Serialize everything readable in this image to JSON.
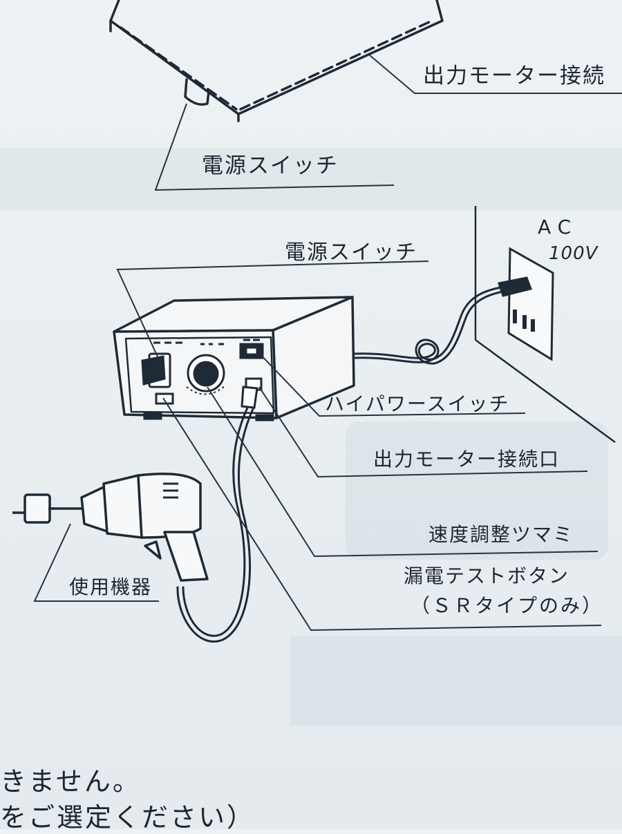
{
  "labels": {
    "top_output_connector": "出力モーター接続",
    "power_switch_top": "電源スイッチ",
    "power_switch": "電源スイッチ",
    "ac": "AC",
    "voltage": "100V",
    "high_power_switch": "ハイパワースイッチ",
    "output_motor_connector": "出力モーター接続口",
    "speed_knob": "速度調整ツマミ",
    "leak_test_button": "漏電テストボタン",
    "leak_test_note": "（ＳＲタイプのみ）",
    "device_in_use": "使用機器"
  },
  "footer": {
    "line1": "きません。",
    "line2": "をご選定ください）"
  }
}
